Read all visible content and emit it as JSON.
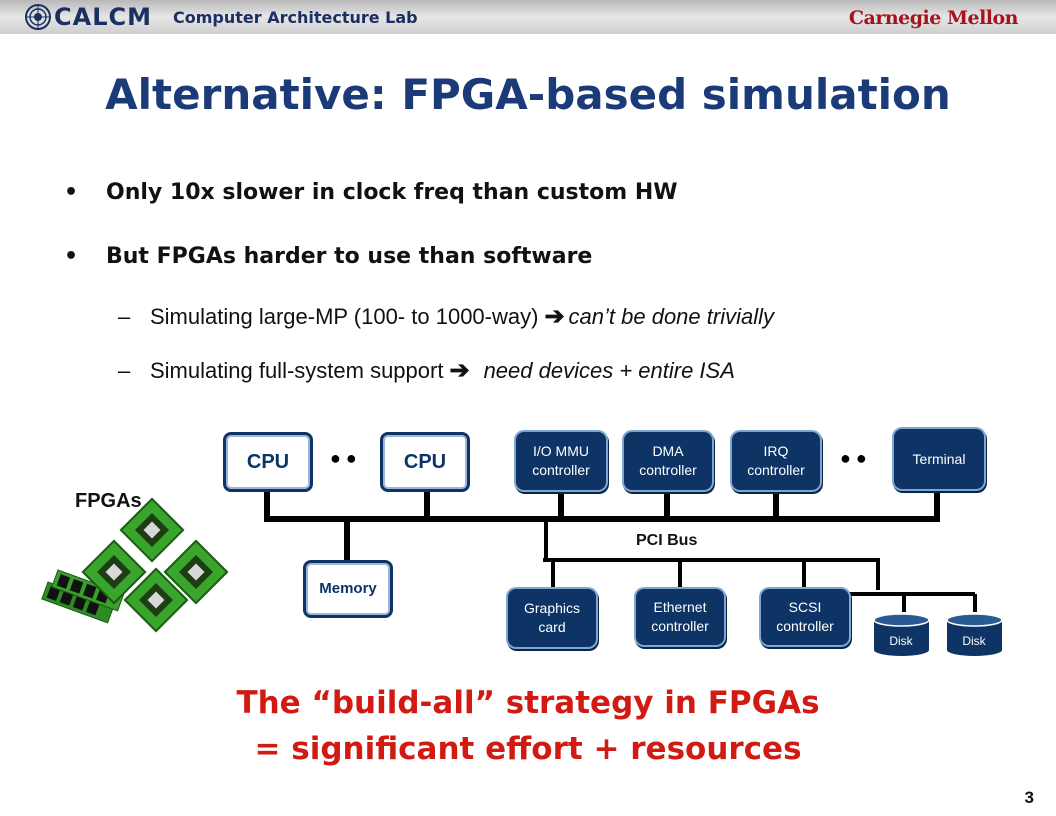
{
  "header": {
    "logo_text": "CALCM",
    "lab_name": "Computer Architecture Lab",
    "university": "Carnegie Mellon"
  },
  "slide": {
    "title": "Alternative: FPGA-based simulation",
    "bullets": [
      {
        "marker": "•",
        "text": "Only 10x slower in clock freq than custom HW"
      },
      {
        "marker": "•",
        "text": "But FPGAs harder to use than software"
      }
    ],
    "sub_bullets": [
      {
        "marker": "–",
        "text": "Simulating large-MP (100- to 1000-way)",
        "arrow": "➔",
        "emphasis": "can’t be done trivially"
      },
      {
        "marker": "–",
        "text": "Simulating full-system support",
        "arrow": "➔",
        "emphasis": "need devices + entire ISA"
      }
    ],
    "page_number": "3"
  },
  "diagram": {
    "fpga_label": "FPGAs",
    "cpu_1": "CPU",
    "cpu_2": "CPU",
    "ellipsis_1": "● ●",
    "ellipsis_2": "● ●",
    "io_mmu": [
      "I/O MMU",
      "controller"
    ],
    "dma": [
      "DMA",
      "controller"
    ],
    "irq": [
      "IRQ",
      "controller"
    ],
    "terminal": "Terminal",
    "memory": "Memory",
    "pci_bus": "PCI Bus",
    "graphics": [
      "Graphics",
      "card"
    ],
    "ethernet": [
      "Ethernet",
      "controller"
    ],
    "scsi": [
      "SCSI",
      "controller"
    ],
    "disk_1": "Disk",
    "disk_2": "Disk",
    "colors": {
      "box_fill": "#0e3466",
      "box_outline": "#7fa6cf",
      "chip_green": "#2e8b23"
    }
  },
  "conclusion": {
    "line1": "The “build-all” strategy in FPGAs",
    "line2": "= significant effort + resources",
    "color": "#d11a12"
  }
}
